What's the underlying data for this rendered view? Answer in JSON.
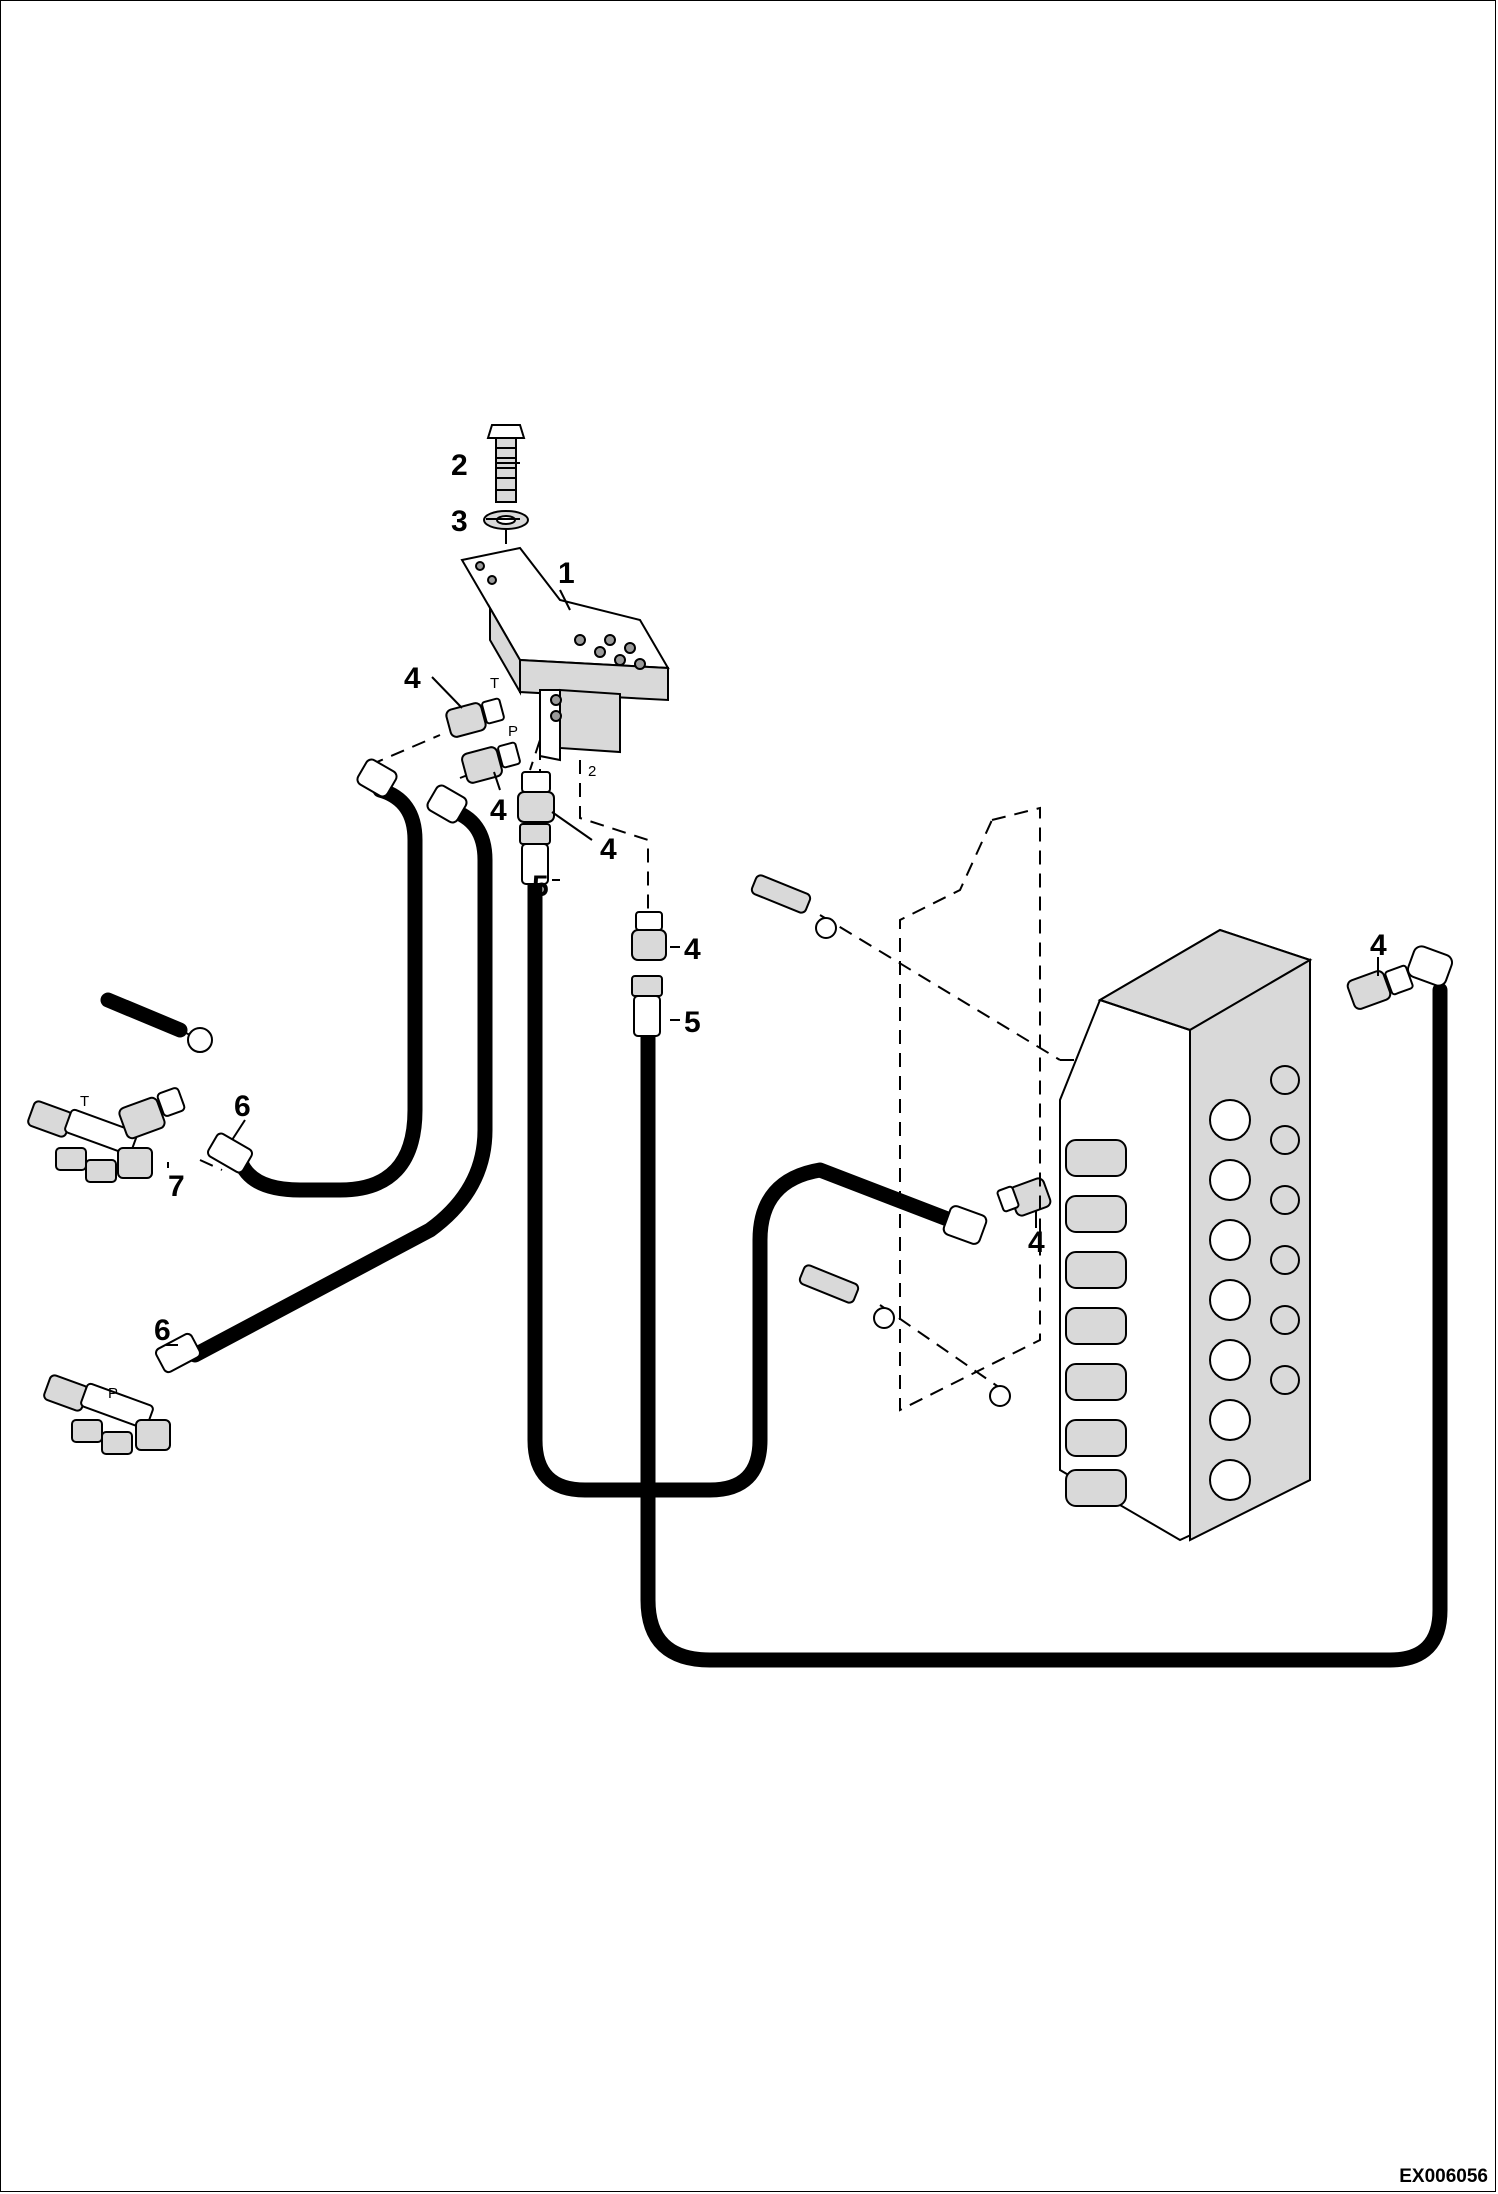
{
  "callouts": {
    "c1": "1",
    "c2": "2",
    "c2b": "2",
    "c3": "3",
    "c4a": "4",
    "c4b": "4",
    "c4c": "4",
    "c4d": "4",
    "c4e": "4",
    "c4f": "4",
    "c5a": "5",
    "c5b": "5",
    "c6a": "6",
    "c6b": "6",
    "c7": "7"
  },
  "ports": {
    "t1": "T",
    "p1": "P",
    "t2": "T",
    "p2": "P"
  },
  "drawing_code": "EX006056"
}
